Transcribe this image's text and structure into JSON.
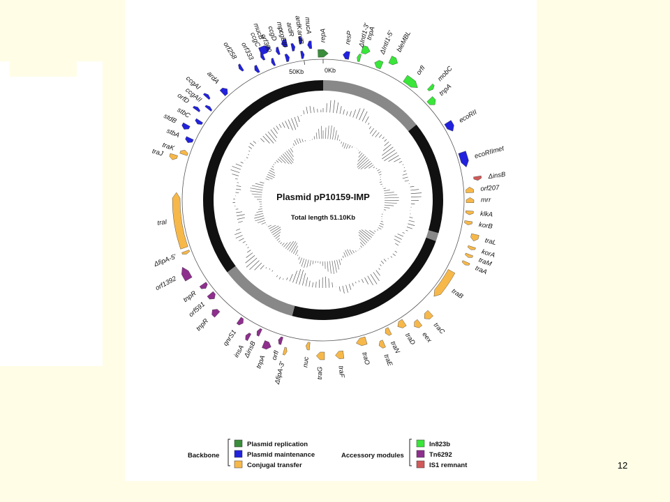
{
  "slide": {
    "page_number": "12"
  },
  "map": {
    "title": "Plasmid pP10159-IMP",
    "subtitle": "Total length 51.10Kb",
    "total_kb": 51.1,
    "scale_ticks": [
      {
        "label": "0Kb",
        "kb": 0
      },
      {
        "label": "50Kb",
        "kb": 50
      }
    ]
  },
  "colors": {
    "replication": "#3a8d3a",
    "maintenance": "#2222dd",
    "conjugal": "#f7b84a",
    "in823b": "#39e639",
    "tn6292": "#8e2f8e",
    "is1": "#d05a5a"
  },
  "genes": [
    {
      "label": "repA",
      "angle": 0,
      "len": 4,
      "dir": 1,
      "ring": 0,
      "cat": "replication"
    },
    {
      "label": "resP",
      "angle": 9,
      "len": 2.5,
      "dir": -1,
      "ring": 0,
      "cat": "maintenance"
    },
    {
      "label": "ΔIntI1-3'",
      "angle": 14,
      "len": 1.3,
      "dir": -1,
      "ring": 0,
      "cat": "in823b"
    },
    {
      "label": "tnpA",
      "angle": 16,
      "len": 3,
      "dir": 1,
      "ring": 1,
      "cat": "in823b"
    },
    {
      "label": "ΔIntI1-5'",
      "angle": 22,
      "len": 3,
      "dir": -1,
      "ring": 0,
      "cat": "in823b"
    },
    {
      "label": "bleMBL",
      "angle": 27,
      "len": 3,
      "dir": 1,
      "ring": 1,
      "cat": "in823b"
    },
    {
      "label": "orfI",
      "angle": 37,
      "len": 6,
      "dir": 1,
      "ring": 0,
      "cat": "in823b"
    },
    {
      "label": "mobC",
      "angle": 44,
      "len": 1.5,
      "dir": 1,
      "ring": 1,
      "cat": "in823b"
    },
    {
      "label": "tnpA",
      "angle": 48,
      "len": 3,
      "dir": 1,
      "ring": 0,
      "cat": "in823b"
    },
    {
      "label": "ecoRII",
      "angle": 60,
      "len": 4,
      "dir": 1,
      "ring": 0,
      "cat": "maintenance"
    },
    {
      "label": "ecoRIImet",
      "angle": 74,
      "len": 6,
      "dir": 1,
      "ring": 0,
      "cat": "maintenance"
    },
    {
      "label": "ΔinsB",
      "angle": 82,
      "len": 1.5,
      "dir": 1,
      "ring": 1,
      "cat": "is1"
    },
    {
      "label": "orf207",
      "angle": 86,
      "len": 2.2,
      "dir": -1,
      "ring": 0,
      "cat": "conjugal"
    },
    {
      "label": "mrr",
      "angle": 90,
      "len": 2,
      "dir": -1,
      "ring": 0,
      "cat": "conjugal"
    },
    {
      "label": "klkA",
      "angle": 95,
      "len": 1.5,
      "dir": 1,
      "ring": 0,
      "cat": "conjugal"
    },
    {
      "label": "korB",
      "angle": 99,
      "len": 1.5,
      "dir": 1,
      "ring": 0,
      "cat": "conjugal"
    },
    {
      "label": "traL",
      "angle": 104,
      "len": 2.5,
      "dir": 1,
      "ring": 1,
      "cat": "conjugal"
    },
    {
      "label": "korA",
      "angle": 108,
      "len": 1.2,
      "dir": 1,
      "ring": 1,
      "cat": "conjugal"
    },
    {
      "label": "traM",
      "angle": 111,
      "len": 1.2,
      "dir": 1,
      "ring": 1,
      "cat": "conjugal"
    },
    {
      "label": "traA",
      "angle": 114,
      "len": 1.2,
      "dir": 1,
      "ring": 1,
      "cat": "conjugal"
    },
    {
      "label": "traB",
      "angle": 125,
      "len": 12,
      "dir": 1,
      "ring": 0,
      "cat": "conjugal"
    },
    {
      "label": "traC",
      "angle": 138,
      "len": 3,
      "dir": 1,
      "ring": 1,
      "cat": "conjugal"
    },
    {
      "label": "eex",
      "angle": 143,
      "len": 2.5,
      "dir": 1,
      "ring": 1,
      "cat": "conjugal"
    },
    {
      "label": "traD",
      "angle": 148,
      "len": 3,
      "dir": 1,
      "ring": 0,
      "cat": "conjugal"
    },
    {
      "label": "traN",
      "angle": 154,
      "len": 2,
      "dir": 1,
      "ring": 0,
      "cat": "conjugal"
    },
    {
      "label": "traE",
      "angle": 158,
      "len": 2,
      "dir": 1,
      "ring": 1,
      "cat": "conjugal"
    },
    {
      "label": "traO",
      "angle": 165,
      "len": 4,
      "dir": 1,
      "ring": 0,
      "cat": "conjugal"
    },
    {
      "label": "traF",
      "angle": 174,
      "len": 3,
      "dir": 1,
      "ring": 1,
      "cat": "conjugal"
    },
    {
      "label": "traG",
      "angle": 181,
      "len": 3,
      "dir": 1,
      "ring": 1,
      "cat": "conjugal"
    },
    {
      "label": "nuc",
      "angle": 186,
      "len": 1.5,
      "dir": 1,
      "ring": 0,
      "cat": "conjugal"
    },
    {
      "label": "ΔfipA-3'",
      "angle": 194,
      "len": 1.2,
      "dir": -1,
      "ring": 1,
      "cat": "conjugal"
    },
    {
      "label": "orfI",
      "angle": 197,
      "len": 1.5,
      "dir": 1,
      "ring": 0,
      "cat": "tn6292"
    },
    {
      "label": "tnpA",
      "angle": 201,
      "len": 3,
      "dir": -1,
      "ring": 1,
      "cat": "tn6292"
    },
    {
      "label": "ΔinsB",
      "angle": 206,
      "len": 1.5,
      "dir": 1,
      "ring": 0,
      "cat": "tn6292"
    },
    {
      "label": "insA",
      "angle": 209,
      "len": 1.5,
      "dir": 1,
      "ring": 1,
      "cat": "tn6292"
    },
    {
      "label": "qnrS1",
      "angle": 214,
      "len": 2,
      "dir": -1,
      "ring": 0,
      "cat": "tn6292"
    },
    {
      "label": "tnpR",
      "angle": 224,
      "len": 2.5,
      "dir": 1,
      "ring": 1,
      "cat": "tn6292"
    },
    {
      "label": "orf591",
      "angle": 229,
      "len": 2.5,
      "dir": -1,
      "ring": 0,
      "cat": "tn6292"
    },
    {
      "label": "tnpR",
      "angle": 234,
      "len": 2,
      "dir": -1,
      "ring": 0,
      "cat": "tn6292"
    },
    {
      "label": "orf1392",
      "angle": 242,
      "len": 5,
      "dir": 1,
      "ring": 1,
      "cat": "tn6292"
    },
    {
      "label": "ΔfipA-5'",
      "angle": 249,
      "len": 1.2,
      "dir": -1,
      "ring": 0,
      "cat": "conjugal"
    },
    {
      "label": "traI",
      "angle": 262,
      "len": 22,
      "dir": 1,
      "ring": 0,
      "cat": "conjugal"
    },
    {
      "label": "traJ",
      "angle": 286,
      "len": 2,
      "dir": -1,
      "ring": 1,
      "cat": "conjugal"
    },
    {
      "label": "traK",
      "angle": 289,
      "len": 1.8,
      "dir": 1,
      "ring": 0,
      "cat": "conjugal"
    },
    {
      "label": "stbA",
      "angle": 294,
      "len": 2,
      "dir": -1,
      "ring": 0,
      "cat": "maintenance"
    },
    {
      "label": "stdB",
      "angle": 298,
      "len": 2,
      "dir": -1,
      "ring": 1,
      "cat": "maintenance"
    },
    {
      "label": "stbC",
      "angle": 302,
      "len": 1.6,
      "dir": -1,
      "ring": 0,
      "cat": "maintenance"
    },
    {
      "label": "orfD",
      "angle": 306,
      "len": 1.2,
      "dir": 1,
      "ring": 1,
      "cat": "maintenance"
    },
    {
      "label": "ccgAII",
      "angle": 309,
      "len": 1.2,
      "dir": 1,
      "ring": 0,
      "cat": "maintenance"
    },
    {
      "label": "ccgAI",
      "angle": 312,
      "len": 1.2,
      "dir": 1,
      "ring": 1,
      "cat": "maintenance"
    },
    {
      "label": "ardA",
      "angle": 318,
      "len": 2.5,
      "dir": 1,
      "ring": 0,
      "cat": "maintenance"
    },
    {
      "label": "orf258",
      "angle": 328,
      "len": 1.2,
      "dir": -1,
      "ring": 1,
      "cat": "maintenance"
    },
    {
      "label": "orf333",
      "angle": 333,
      "len": 1.5,
      "dir": -1,
      "ring": 0,
      "cat": "maintenance"
    },
    {
      "label": "ccgC",
      "angle": 337,
      "len": 1.2,
      "dir": -1,
      "ring": 1,
      "cat": "maintenance"
    },
    {
      "label": "orf360",
      "angle": 340,
      "len": 1.2,
      "dir": -1,
      "ring": 0,
      "cat": "maintenance"
    },
    {
      "label": "ccgD",
      "angle": 343,
      "len": 1.2,
      "dir": -1,
      "ring": 1,
      "cat": "maintenance"
    },
    {
      "label": "ccgEIII",
      "angle": 346,
      "len": 1.5,
      "dir": 1,
      "ring": 0,
      "cat": "maintenance"
    },
    {
      "label": "ardR",
      "angle": 349,
      "len": 1.3,
      "dir": 1,
      "ring": 1,
      "cat": "maintenance"
    },
    {
      "label": "ardB",
      "angle": 352,
      "len": 1.3,
      "dir": 1,
      "ring": 0,
      "cat": "maintenance"
    },
    {
      "label": "mucA",
      "angle": 355,
      "len": 1.5,
      "dir": -1,
      "ring": 1,
      "cat": "maintenance"
    },
    {
      "label": "mucB",
      "angle": 339,
      "len": 4,
      "dir": 1,
      "ring": 2,
      "cat": "maintenance"
    },
    {
      "label": "mpr",
      "angle": 346,
      "len": 2,
      "dir": -1,
      "ring": 2,
      "cat": "maintenance"
    },
    {
      "label": "ardK",
      "angle": 352,
      "len": 1.2,
      "dir": 1,
      "ring": 2,
      "cat": "maintenance"
    }
  ],
  "legend": {
    "backbone_label": "Backbone",
    "backbone_items": [
      {
        "label": "Plasmid replication",
        "color_key": "replication"
      },
      {
        "label": "Plasmid maintenance",
        "color_key": "maintenance"
      },
      {
        "label": "Conjugal transfer",
        "color_key": "conjugal"
      }
    ],
    "accessory_label": "Accessory modules",
    "accessory_items": [
      {
        "label": "In823b",
        "color_key": "in823b"
      },
      {
        "label": "Tn6292",
        "color_key": "tn6292"
      },
      {
        "label": "IS1 remnant",
        "color_key": "is1"
      }
    ]
  }
}
